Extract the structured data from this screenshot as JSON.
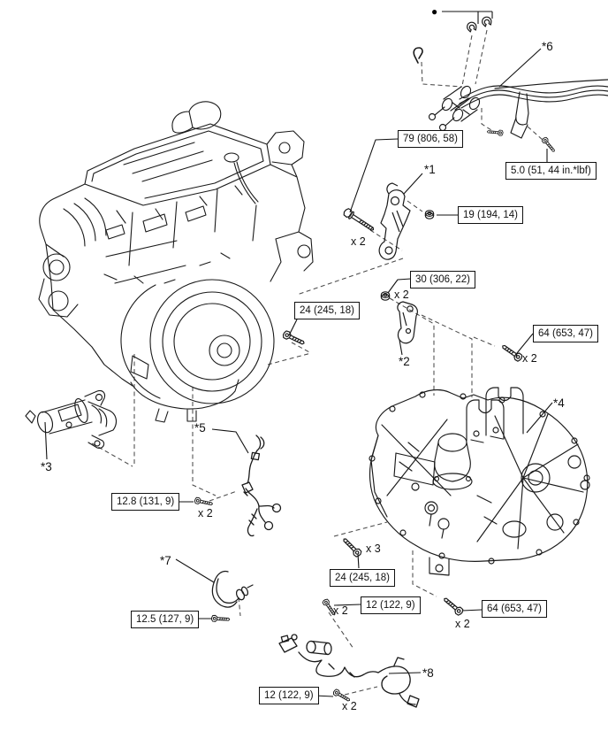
{
  "reference_marker": {
    "symbol": "●"
  },
  "callouts": [
    {
      "label": "*1"
    },
    {
      "label": "*2"
    },
    {
      "label": "*3"
    },
    {
      "label": "*4"
    },
    {
      "label": "*5"
    },
    {
      "label": "*6"
    },
    {
      "label": "*7"
    },
    {
      "label": "*8"
    }
  ],
  "torque_specs": [
    {
      "label": "79 (806, 58)"
    },
    {
      "label": "5.0 (51, 44 in.*lbf)"
    },
    {
      "label": "19 (194, 14)"
    },
    {
      "label": "30 (306, 22)"
    },
    {
      "label": "24 (245, 18)"
    },
    {
      "label": "64 (653, 47)"
    },
    {
      "label": "12.8 (131, 9)"
    },
    {
      "label": "12.5 (127, 9)"
    },
    {
      "label": "24 (245, 18)"
    },
    {
      "label": "12 (122, 9)"
    },
    {
      "label": "64 (653, 47)"
    },
    {
      "label": "12 (122, 9)"
    }
  ],
  "quantity_labels": [
    {
      "label": "x 2"
    },
    {
      "label": "x 2"
    },
    {
      "label": "x 2"
    },
    {
      "label": "x 2"
    },
    {
      "label": "x 3"
    },
    {
      "label": "x 2"
    },
    {
      "label": "x 2"
    },
    {
      "label": "x 2"
    }
  ],
  "colors": {
    "line": "#1a1a1a",
    "dashed_line": "#4a4a4a",
    "label_border": "#111111",
    "background": "#ffffff"
  }
}
